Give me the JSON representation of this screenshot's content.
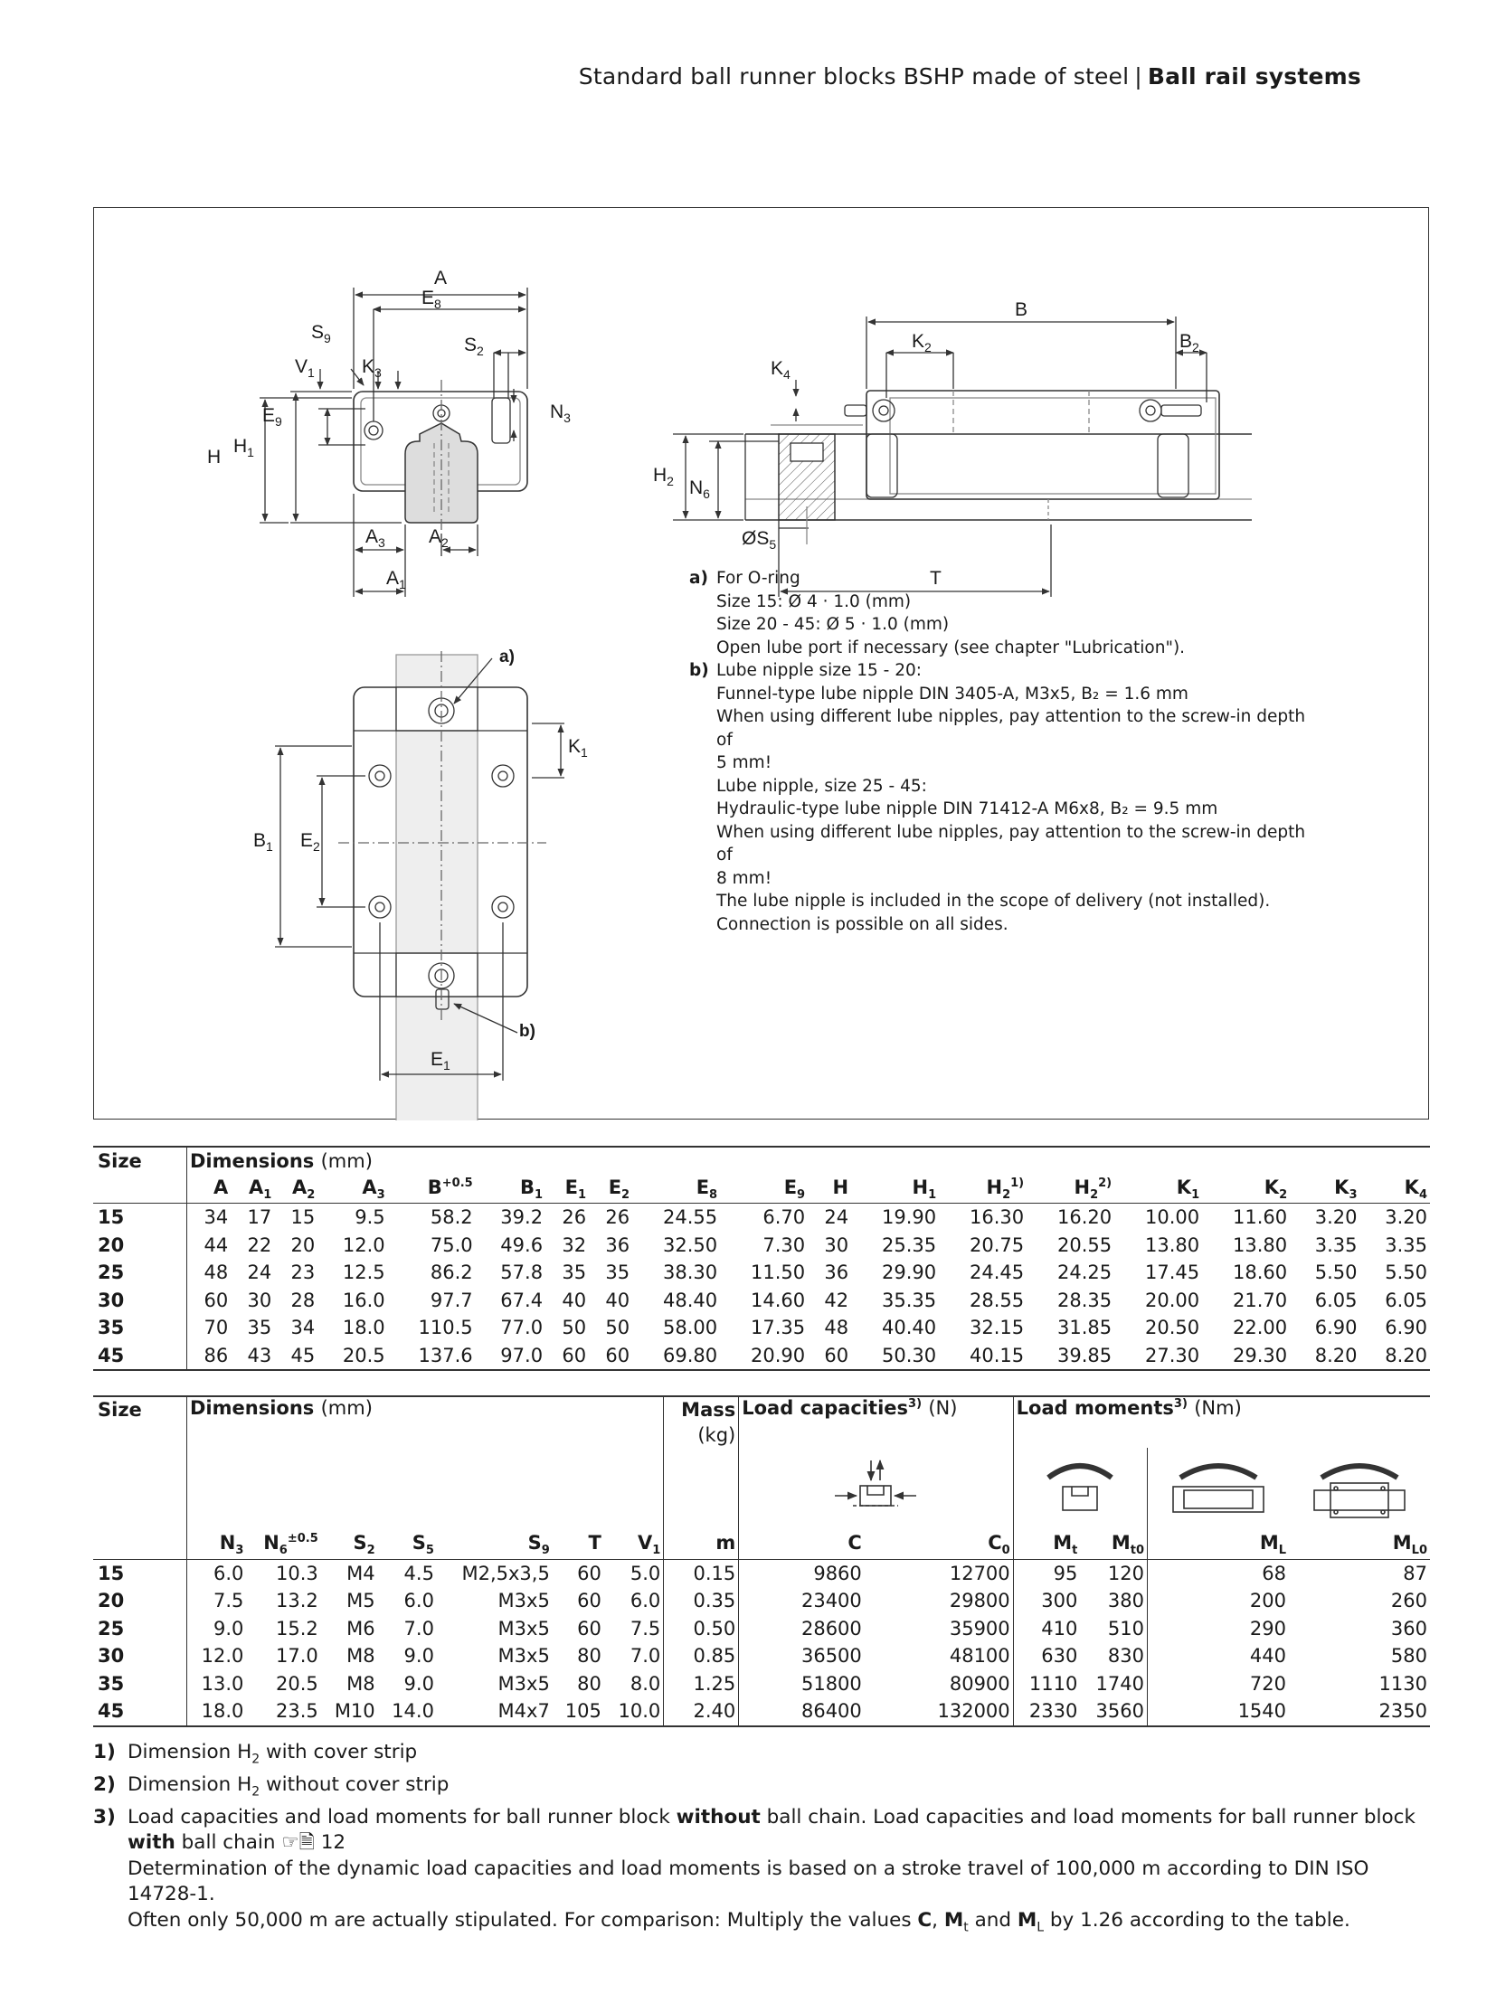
{
  "header": {
    "title": "Standard ball runner blocks BSHP made of steel",
    "separator": "|",
    "section": "Ball rail systems"
  },
  "drawing": {
    "labels": {
      "A": "A",
      "E8": "E",
      "S9": "S",
      "S2": "S",
      "V1": "V",
      "K3": "K",
      "N3": "N",
      "E9": "E",
      "H": "H",
      "H1": "H",
      "A3": "A",
      "A2": "A",
      "A1": "A",
      "B": "B",
      "K2": "K",
      "B2": "B",
      "K4": "K",
      "H2": "H",
      "N6": "N",
      "S5": "ØS",
      "T": "T",
      "K1": "K",
      "B1": "B",
      "E2": "E",
      "E1": "E",
      "a": "a)",
      "b": "b)"
    },
    "subs": {
      "E8": "8",
      "S9": "9",
      "S2": "2",
      "V1": "1",
      "K3": "3",
      "N3": "3",
      "E9": "9",
      "H1": "1",
      "A3": "3",
      "A2": "2",
      "A1": "1",
      "K2": "2",
      "B2": "2",
      "K4": "4",
      "H2": "2",
      "N6": "6",
      "S5": "5",
      "K1": "1",
      "B1": "1",
      "E2": "2",
      "E1": "1"
    }
  },
  "notes": {
    "a_mark": "a)",
    "a_lines": [
      "For O-ring",
      "Size 15: Ø 4 · 1.0 (mm)",
      "Size 20 - 45: Ø 5 · 1.0 (mm)",
      "Open lube port if necessary (see chapter \"Lubrication\")."
    ],
    "b_mark": "b)",
    "b_lines": [
      "Lube nipple size 15 - 20:",
      "Funnel-type lube nipple DIN 3405-A, M3x5, B₂ = 1.6 mm",
      "When using different lube nipples, pay attention to the screw-in depth of",
      "5 mm!",
      "Lube nipple, size 25 - 45:",
      "Hydraulic-type lube nipple DIN 71412-A M6x8, B₂ = 9.5 mm",
      "When using different lube nipples, pay attention to the screw-in depth of",
      "8 mm!",
      "The lube nipple is included in the scope of delivery (not installed).",
      "Connection is possible on all sides."
    ]
  },
  "table1": {
    "size_header": "Size",
    "group_title": "Dimensions",
    "group_unit": "(mm)",
    "columns": [
      {
        "base": "A",
        "sub": "",
        "sup": ""
      },
      {
        "base": "A",
        "sub": "1",
        "sup": ""
      },
      {
        "base": "A",
        "sub": "2",
        "sup": ""
      },
      {
        "base": "A",
        "sub": "3",
        "sup": ""
      },
      {
        "base": "B",
        "sub": "",
        "sup": "+0.5"
      },
      {
        "base": "B",
        "sub": "1",
        "sup": ""
      },
      {
        "base": "E",
        "sub": "1",
        "sup": ""
      },
      {
        "base": "E",
        "sub": "2",
        "sup": ""
      },
      {
        "base": "E",
        "sub": "8",
        "sup": ""
      },
      {
        "base": "E",
        "sub": "9",
        "sup": ""
      },
      {
        "base": "H",
        "sub": "",
        "sup": ""
      },
      {
        "base": "H",
        "sub": "1",
        "sup": ""
      },
      {
        "base": "H",
        "sub": "2",
        "sup": "1)"
      },
      {
        "base": "H",
        "sub": "2",
        "sup": "2)"
      },
      {
        "base": "K",
        "sub": "1",
        "sup": ""
      },
      {
        "base": "K",
        "sub": "2",
        "sup": ""
      },
      {
        "base": "K",
        "sub": "3",
        "sup": ""
      },
      {
        "base": "K",
        "sub": "4",
        "sup": ""
      }
    ],
    "rows": [
      {
        "size": "15",
        "values": [
          "34",
          "17",
          "15",
          "9.5",
          "58.2",
          "39.2",
          "26",
          "26",
          "24.55",
          "6.70",
          "24",
          "19.90",
          "16.30",
          "16.20",
          "10.00",
          "11.60",
          "3.20",
          "3.20"
        ]
      },
      {
        "size": "20",
        "values": [
          "44",
          "22",
          "20",
          "12.0",
          "75.0",
          "49.6",
          "32",
          "36",
          "32.50",
          "7.30",
          "30",
          "25.35",
          "20.75",
          "20.55",
          "13.80",
          "13.80",
          "3.35",
          "3.35"
        ]
      },
      {
        "size": "25",
        "values": [
          "48",
          "24",
          "23",
          "12.5",
          "86.2",
          "57.8",
          "35",
          "35",
          "38.30",
          "11.50",
          "36",
          "29.90",
          "24.45",
          "24.25",
          "17.45",
          "18.60",
          "5.50",
          "5.50"
        ]
      },
      {
        "size": "30",
        "values": [
          "60",
          "30",
          "28",
          "16.0",
          "97.7",
          "67.4",
          "40",
          "40",
          "48.40",
          "14.60",
          "42",
          "35.35",
          "28.55",
          "28.35",
          "20.00",
          "21.70",
          "6.05",
          "6.05"
        ]
      },
      {
        "size": "35",
        "values": [
          "70",
          "35",
          "34",
          "18.0",
          "110.5",
          "77.0",
          "50",
          "50",
          "58.00",
          "17.35",
          "48",
          "40.40",
          "32.15",
          "31.85",
          "20.50",
          "22.00",
          "6.90",
          "6.90"
        ]
      },
      {
        "size": "45",
        "values": [
          "86",
          "43",
          "45",
          "20.5",
          "137.6",
          "97.0",
          "60",
          "60",
          "69.80",
          "20.90",
          "60",
          "50.30",
          "40.15",
          "39.85",
          "27.30",
          "29.30",
          "8.20",
          "8.20"
        ]
      }
    ]
  },
  "table2": {
    "size_header": "Size",
    "dims_title": "Dimensions",
    "dims_unit": "(mm)",
    "mass_title": "Mass",
    "mass_unit": "(kg)",
    "load_cap_title": "Load capacities",
    "load_cap_sup": "3)",
    "load_cap_unit": "(N)",
    "load_mom_title": "Load moments",
    "load_mom_sup": "3)",
    "load_mom_unit": "(Nm)",
    "columns": [
      {
        "base": "N",
        "sub": "3",
        "sup": ""
      },
      {
        "base": "N",
        "sub": "6",
        "sup": "±0.5"
      },
      {
        "base": "S",
        "sub": "2",
        "sup": ""
      },
      {
        "base": "S",
        "sub": "5",
        "sup": ""
      },
      {
        "base": "S",
        "sub": "9",
        "sup": ""
      },
      {
        "base": "T",
        "sub": "",
        "sup": ""
      },
      {
        "base": "V",
        "sub": "1",
        "sup": ""
      },
      {
        "base": "m",
        "sub": "",
        "sup": ""
      },
      {
        "base": "C",
        "sub": "",
        "sup": ""
      },
      {
        "base": "C",
        "sub": "0",
        "sup": ""
      },
      {
        "base": "M",
        "sub": "t",
        "sup": ""
      },
      {
        "base": "M",
        "sub": "t0",
        "sup": ""
      },
      {
        "base": "M",
        "sub": "L",
        "sup": ""
      },
      {
        "base": "M",
        "sub": "L0",
        "sup": ""
      }
    ],
    "rows": [
      {
        "size": "15",
        "values": [
          "6.0",
          "10.3",
          "M4",
          "4.5",
          "M2,5x3,5",
          "60",
          "5.0",
          "0.15",
          "9860",
          "12700",
          "95",
          "120",
          "68",
          "87"
        ]
      },
      {
        "size": "20",
        "values": [
          "7.5",
          "13.2",
          "M5",
          "6.0",
          "M3x5",
          "60",
          "6.0",
          "0.35",
          "23400",
          "29800",
          "300",
          "380",
          "200",
          "260"
        ]
      },
      {
        "size": "25",
        "values": [
          "9.0",
          "15.2",
          "M6",
          "7.0",
          "M3x5",
          "60",
          "7.5",
          "0.50",
          "28600",
          "35900",
          "410",
          "510",
          "290",
          "360"
        ]
      },
      {
        "size": "30",
        "values": [
          "12.0",
          "17.0",
          "M8",
          "9.0",
          "M3x5",
          "80",
          "7.0",
          "0.85",
          "36500",
          "48100",
          "630",
          "830",
          "440",
          "580"
        ]
      },
      {
        "size": "35",
        "values": [
          "13.0",
          "20.5",
          "M8",
          "9.0",
          "M3x5",
          "80",
          "8.0",
          "1.25",
          "51800",
          "80900",
          "1110",
          "1740",
          "720",
          "1130"
        ]
      },
      {
        "size": "45",
        "values": [
          "18.0",
          "23.5",
          "M10",
          "14.0",
          "M4x7",
          "105",
          "10.0",
          "2.40",
          "86400",
          "132000",
          "2330",
          "3560",
          "1540",
          "2350"
        ]
      }
    ]
  },
  "footnotes": {
    "f1_mark": "1)",
    "f1_a": "Dimension H",
    "f1_sub": "2",
    "f1_b": " with cover strip",
    "f2_mark": "2)",
    "f2_a": "Dimension H",
    "f2_sub": "2",
    "f2_b": " without cover strip",
    "f3_mark": "3)",
    "f3_a": "Load capacities and load moments for ball runner block ",
    "f3_bold1": "without",
    "f3_b": " ball chain. Load capacities and load moments for ball runner block",
    "f3_bold2": "with",
    "f3_c": " ball chain ",
    "f3_ref_icon": "☞🗎",
    "f3_ref": "12",
    "f3_line3": "Determination of the dynamic load capacities and load moments is based on a stroke travel of 100,000 m according to DIN ISO 14728-1.",
    "f3_line4a": "Often only 50,000 m are actually stipulated. For comparison: Multiply the values ",
    "f3_C": "C",
    "f3_comma": ", ",
    "f3_M": "M",
    "f3_Mt_sub": "t",
    "f3_and": " and ",
    "f3_ML_sub": "L",
    "f3_line4b": " by 1.26 according to the table."
  }
}
